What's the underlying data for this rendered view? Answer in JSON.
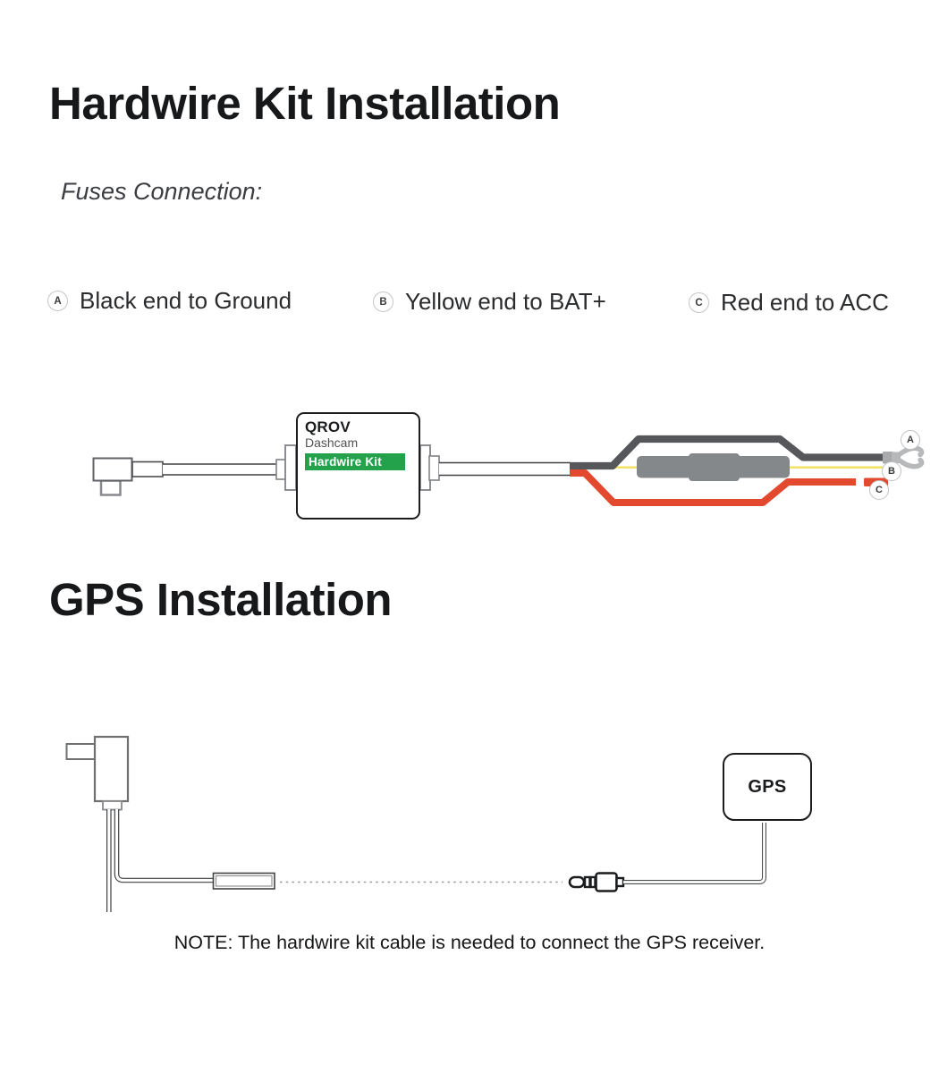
{
  "hardwire_section": {
    "title": "Hardwire Kit Installation",
    "subtitle": "Fuses Connection:",
    "legend": [
      {
        "letter": "A",
        "label": "Black end to Ground"
      },
      {
        "letter": "B",
        "label": "Yellow end to BAT+"
      },
      {
        "letter": "C",
        "label": "Red end to ACC"
      }
    ],
    "kit_box": {
      "brand": "QROV",
      "product": "Dashcam",
      "badge": "Hardwire Kit"
    },
    "wire_tags": {
      "ground": "A",
      "bat": "B",
      "acc": "C"
    },
    "colors": {
      "ground_wire": "#56575b",
      "bat_wire": "#f2e05c",
      "acc_wire": "#e2492f",
      "fuse_holder": "#85888b",
      "fork_terminal": "#b6b8ba",
      "badge_green": "#23a24b"
    }
  },
  "gps_section": {
    "title": "GPS Installation",
    "receiver_label": "GPS",
    "note": "NOTE: The hardwire kit cable is needed to connect the GPS receiver."
  }
}
